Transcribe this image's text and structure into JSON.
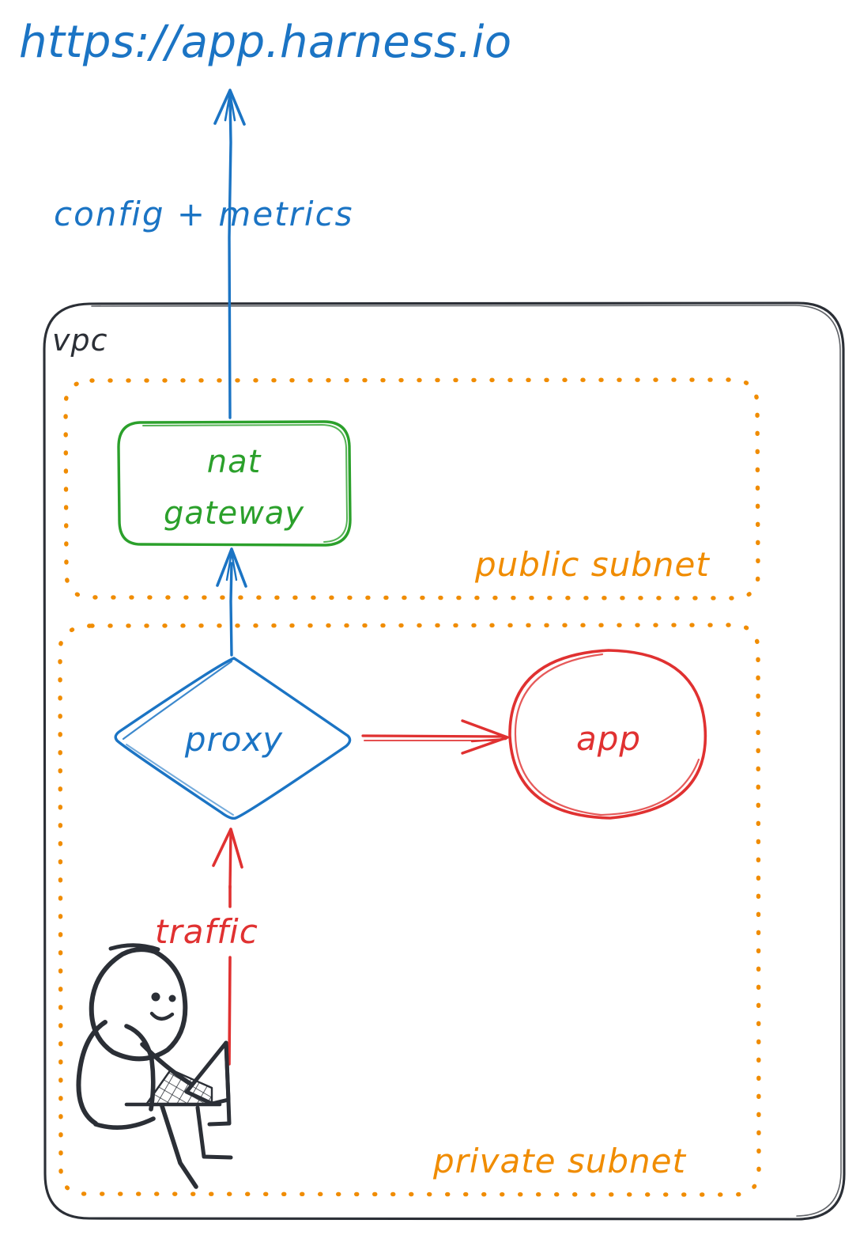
{
  "diagram": {
    "title": "https://app.harness.io",
    "type": "network-architecture-diagram",
    "style": "hand-drawn-sketch",
    "colors": {
      "blue": "#1b74c4",
      "green": "#2ba02b",
      "orange": "#f08c00",
      "red": "#e03131",
      "black": "#2b2f36"
    }
  },
  "endpoint": {
    "label": "https://app.harness.io",
    "color": "#1b74c4"
  },
  "edges": {
    "config_metrics": {
      "label": "config + metrics",
      "color": "#1b74c4",
      "direction": "up",
      "from": "nat gateway",
      "to": "https://app.harness.io"
    },
    "proxy_to_nat": {
      "label": "",
      "color": "#1b74c4",
      "direction": "up",
      "from": "proxy",
      "to": "nat gateway"
    },
    "proxy_to_app": {
      "label": "",
      "color": "#e03131",
      "direction": "right",
      "from": "proxy",
      "to": "app"
    },
    "traffic": {
      "label": "traffic",
      "color": "#e03131",
      "direction": "up",
      "from": "user laptop",
      "to": "proxy"
    }
  },
  "vpc": {
    "label": "vpc",
    "color": "#2b2f36",
    "border": "solid-rounded"
  },
  "public_subnet": {
    "label": "public subnet",
    "color": "#f08c00",
    "border": "dotted-rounded",
    "nodes": [
      {
        "id": "nat-gateway",
        "label_line1": "nat",
        "label_line2": "gateway",
        "shape": "rounded-rectangle",
        "color": "#2ba02b"
      }
    ]
  },
  "private_subnet": {
    "label": "private subnet",
    "color": "#f08c00",
    "border": "dotted-rounded",
    "nodes": [
      {
        "id": "proxy",
        "label": "proxy",
        "shape": "diamond",
        "color": "#1b74c4"
      },
      {
        "id": "app",
        "label": "app",
        "shape": "ellipse",
        "color": "#e03131"
      },
      {
        "id": "user",
        "label": "",
        "shape": "stick-figure-with-laptop",
        "color": "#2b2f36"
      }
    ]
  }
}
